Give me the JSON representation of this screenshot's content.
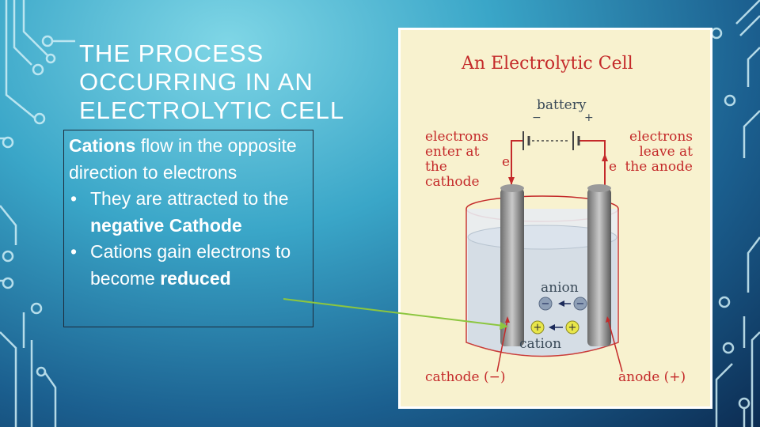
{
  "slide": {
    "title": "THE PROCESS OCCURRING IN AN ELECTROLYTIC CELL",
    "para_bold": "Cations",
    "para_rest": " flow in the opposite direction to electrons",
    "bullet1_pre": "They are attracted to the ",
    "bullet1_bold": "negative Cathode",
    "bullet2_pre": "Cations gain electrons to become ",
    "bullet2_bold": "reduced",
    "bullet_glyph": "•"
  },
  "figure": {
    "title": "An Electrolytic Cell",
    "battery": "battery",
    "minus": "−",
    "plus": "+",
    "electrons_enter": "electrons enter at the cathode",
    "electrons_leave": "electrons leave at the anode",
    "e_left": "e",
    "e_right": "e",
    "anion": "anion",
    "cation": "cation",
    "cathode": "cathode (−)",
    "anode": "anode (+)"
  },
  "colors": {
    "label_red": "#c42a2a",
    "arrow_green": "#8cc63f"
  }
}
